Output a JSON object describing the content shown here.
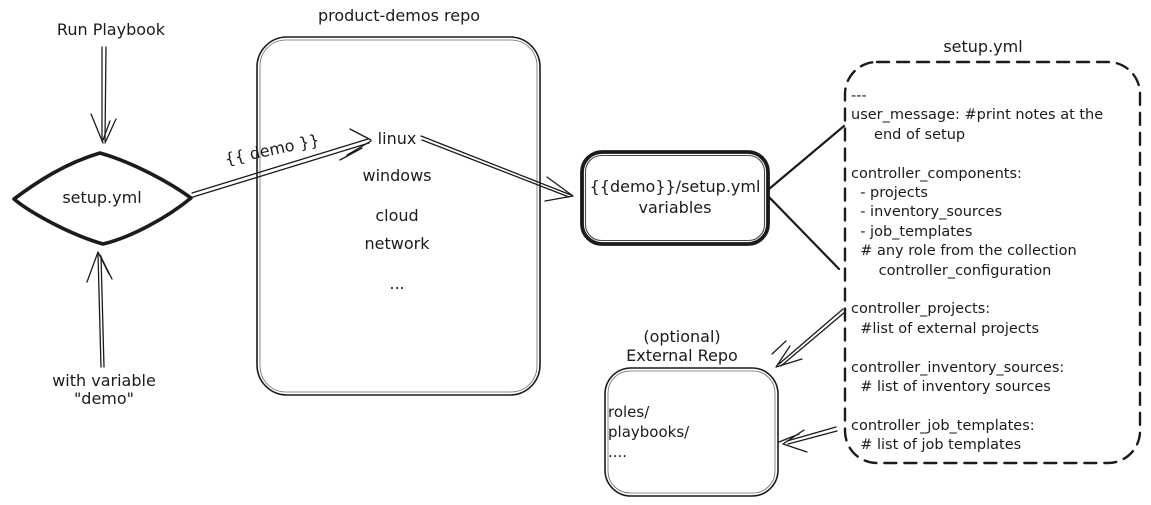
{
  "colors": {
    "ink": "#1b1b1b",
    "background": "#ffffff"
  },
  "left_flow": {
    "run_playbook_label": "Run Playbook",
    "diamond_label": "setup.yml",
    "with_variable_label": "with variable\n\"demo\""
  },
  "repo": {
    "title": "product-demos repo",
    "arrow_label": "{{ demo }}",
    "items": [
      "linux",
      "windows",
      "cloud",
      "network",
      "..."
    ]
  },
  "variables_box": {
    "label": "{{demo}}/setup.yml\nvariables"
  },
  "external_repo": {
    "title": "(optional)\nExternal Repo",
    "content": "roles/\nplaybooks/\n...."
  },
  "setup_yml": {
    "title": "setup.yml",
    "content": "---\nuser_message: #print notes at the\n     end of setup\n\ncontroller_components:\n  - projects\n  - inventory_sources\n  - job_templates\n  # any role from the collection\n      controller_configuration\n\ncontroller_projects:\n  #list of external projects\n\ncontroller_inventory_sources:\n  # list of inventory sources\n\ncontroller_job_templates:\n  # list of job templates"
  }
}
